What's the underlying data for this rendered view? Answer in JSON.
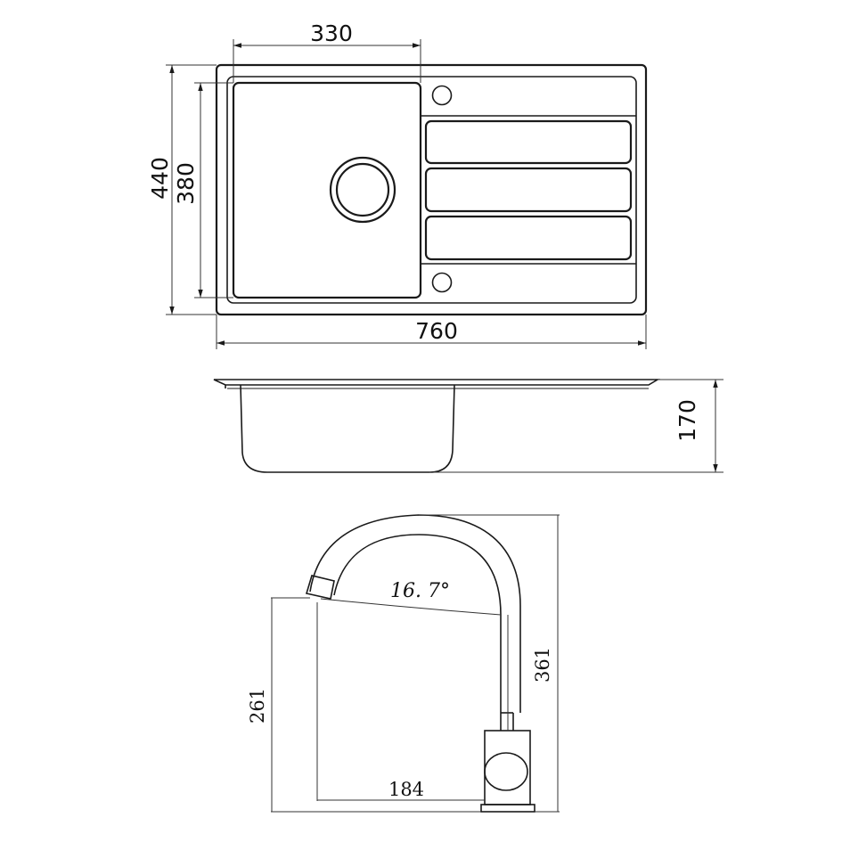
{
  "top_view": {
    "width_label": "760",
    "height_label": "440",
    "bowl_width_label": "330",
    "bowl_height_label": "380"
  },
  "side_view": {
    "depth_label": "170"
  },
  "faucet": {
    "angle_label": "16. 7°",
    "total_height_label": "361",
    "spout_height_label": "261",
    "reach_label": "184"
  }
}
